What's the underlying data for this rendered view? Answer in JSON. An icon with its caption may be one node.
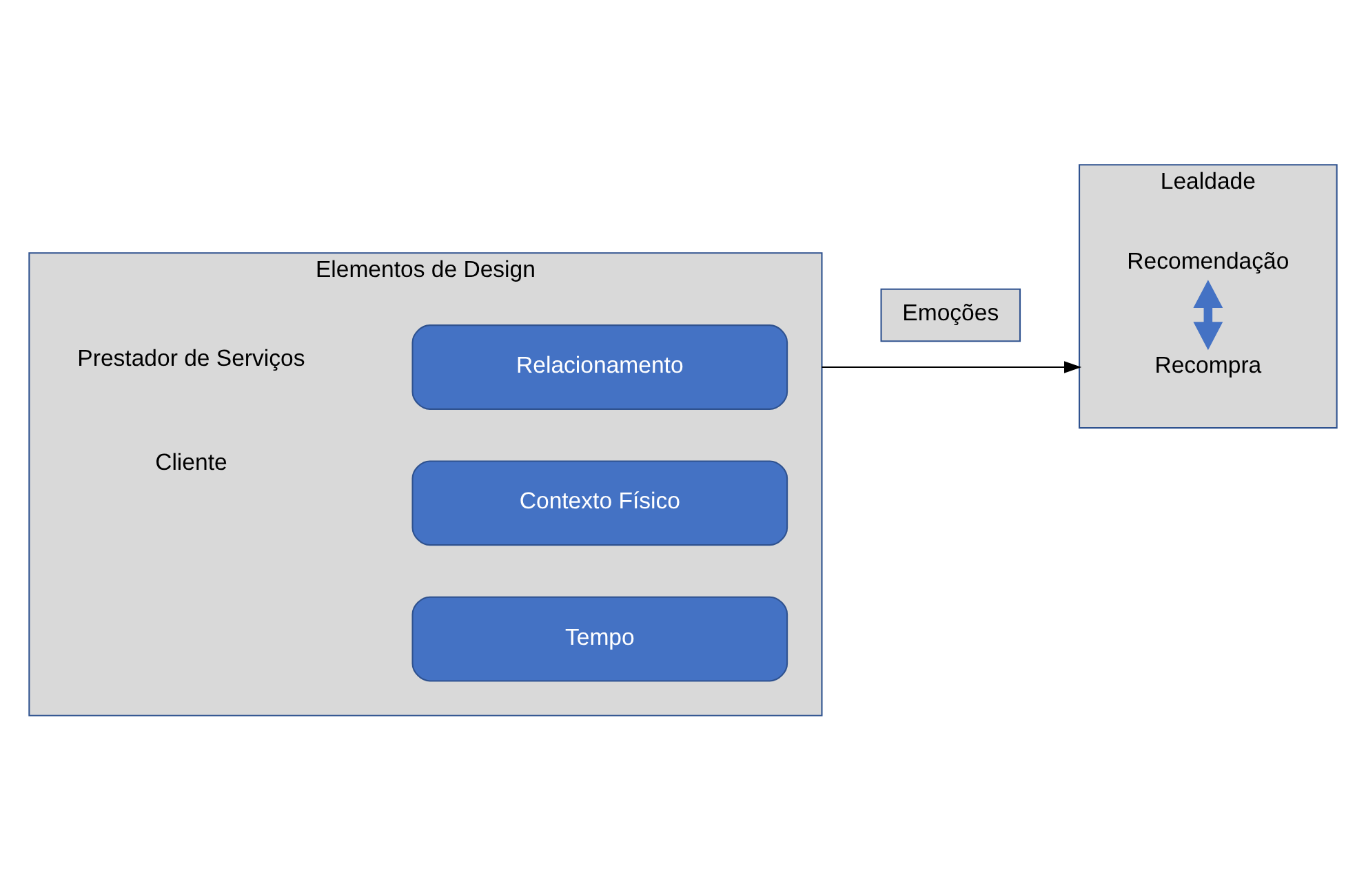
{
  "diagram": {
    "nodes": [
      {
        "text": [
          "Elementos de Design"
        ]
      },
      {
        "text": [
          "Relacionamento"
        ],
        "in": 0
      },
      {
        "text": [
          "Contexto Físico"
        ],
        "in": 0
      },
      {
        "text": [
          "Tempo"
        ],
        "in": 0
      },
      {
        "text": [
          "Emoções"
        ]
      },
      {
        "text": [
          "Lealdade"
        ]
      },
      {
        "text": [
          "Recompra"
        ],
        "in": 5
      },
      {
        "text": [
          "Recomendação"
        ],
        "in": 5
      }
    ],
    "edges": [
      {
        "from": 0,
        "to": 5,
        "arrow": "to"
      },
      {
        "from": 6,
        "to": 7,
        "arrow": "both",
        "style": "thick",
        "color": "#4472c4"
      }
    ],
    "labels": [
      "Prestador de Serviços",
      "Cliente"
    ]
  }
}
